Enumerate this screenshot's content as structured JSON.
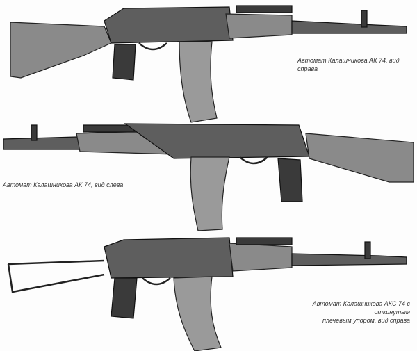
{
  "figures": [
    {
      "caption": "Автомат Калашникова АК 74, вид справа"
    },
    {
      "caption": "Автомат Калашникова АК 74, вид слева"
    },
    {
      "caption_line1": "Автомат Калашникова АКС 74 с откинутым",
      "caption_line2": "плечевым упором, вид справа"
    }
  ]
}
